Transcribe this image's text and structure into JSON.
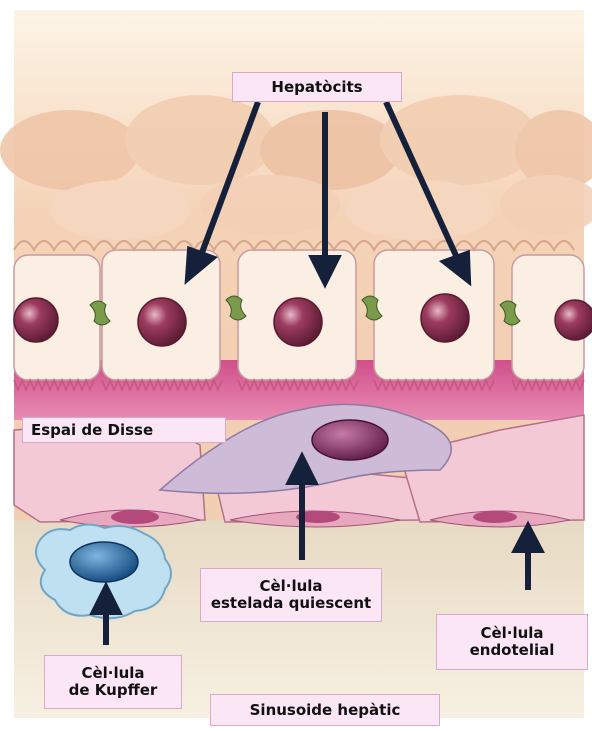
{
  "labels": {
    "hepatocits": "Hepatòcits",
    "espai_de_disse": "Espai de Disse",
    "estelada_line1": "Cèl·lula",
    "estelada_line2": "estelada quiescent",
    "endotelial_line1": "Cèl·lula",
    "endotelial_line2": "endotelial",
    "kupffer_line1": "Cèl·lula",
    "kupffer_line2": "de Kupffer",
    "sinusoide": "Sinusoide hepàtic"
  },
  "colors": {
    "hepatocyte_band": "#f6dcc4",
    "hepatocyte_cell": "#fbeee2",
    "nucleus": "#8a2f50",
    "disse_space": "#c9417e",
    "stellate_cell": "#cdbbd8",
    "endothelial": "#f3c9d5",
    "kupffer_cell": "#bfe0f0",
    "kupffer_nucleus": "#1f5f96",
    "arrow": "#15203a",
    "label_bg": "#fbe6f5"
  }
}
